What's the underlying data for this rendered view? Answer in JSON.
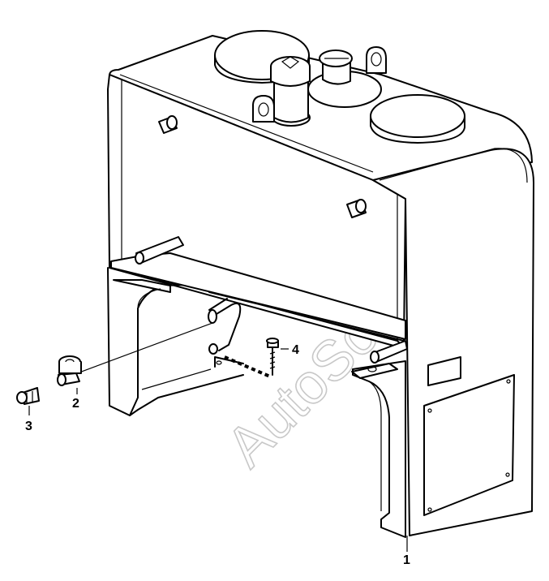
{
  "watermark": "AutoSoft",
  "callouts": {
    "c1": "1",
    "c2": "2",
    "c3": "3",
    "c4": "4"
  },
  "colors": {
    "line": "#000000",
    "background": "#ffffff",
    "watermark": "#c8c8c8"
  }
}
